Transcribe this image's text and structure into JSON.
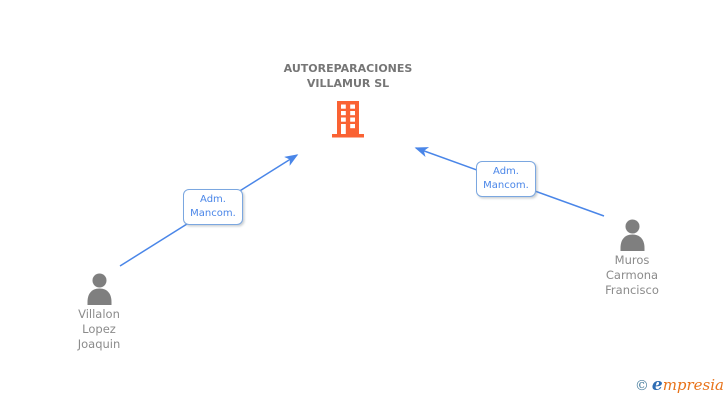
{
  "diagram": {
    "company": {
      "name": "AUTOREPARACIONES VILLAMUR SL",
      "name_line1": "AUTOREPARACIONES",
      "name_line2": "VILLAMUR SL"
    },
    "people": [
      {
        "name": "Villalon Lopez Joaquin",
        "line1": "Villalon",
        "line2": "Lopez",
        "line3": "Joaquin"
      },
      {
        "name": "Muros Carmona Francisco",
        "line1": "Muros",
        "line2": "Carmona",
        "line3": "Francisco"
      }
    ],
    "relationships": [
      {
        "from": "Villalon Lopez Joaquin",
        "to": "AUTOREPARACIONES VILLAMUR SL",
        "label_line1": "Adm.",
        "label_line2": "Mancom."
      },
      {
        "from": "Muros Carmona Francisco",
        "to": "AUTOREPARACIONES VILLAMUR SL",
        "label_line1": "Adm.",
        "label_line2": "Mancom."
      }
    ]
  },
  "footer": {
    "copyright_symbol": "©",
    "brand_first_letter": "e",
    "brand_rest": "mpresia"
  },
  "colors": {
    "building_orange": "#fa6233",
    "arrow_blue": "#4a86e8",
    "label_border_blue": "#7ba7e0",
    "label_text_blue": "#4a86e8",
    "person_gray": "#7f7f7f",
    "company_text_gray": "#767676",
    "person_text_gray": "#8b8b8b",
    "brand_blue": "#2e6db4",
    "brand_orange": "#e8731a",
    "copyright_teal": "#4a7f9f"
  }
}
